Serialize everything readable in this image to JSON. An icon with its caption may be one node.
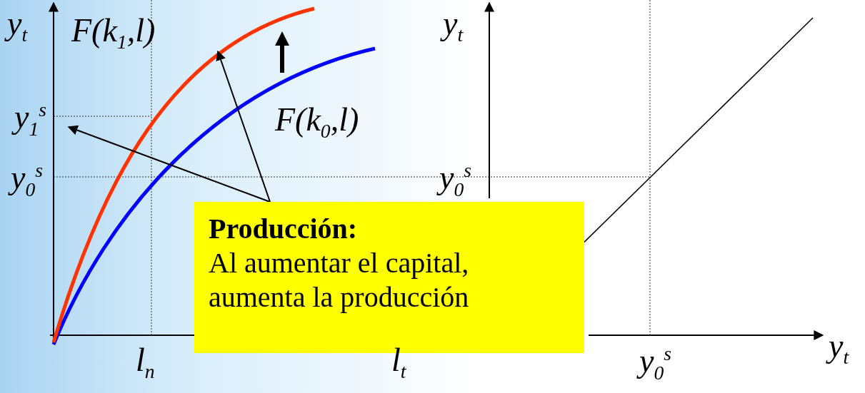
{
  "diagram": {
    "nodes": [
      {
        "text": [
          "Producción:",
          "Al aumentar el capital, aumenta la producción"
        ]
      },
      {
        "text": [
          "y$_{1}$$^{s}$"
        ]
      }
    ],
    "edges": [
      {
        "from": 0,
        "to": 1,
        "arrow": "to"
      },
      {
        "from": 0,
        "to": null,
        "arrow": "to"
      }
    ],
    "labels": [
      "y$_{t}$",
      "F(k$_{1}$,l)",
      "F(k$_{0}$,l)",
      "y$_{0}$$^{s}$",
      "l$_{n}$",
      "l$_{t}$",
      "y$_{t}$",
      "y$_{0}$$^{s}$",
      "y$_{0}$$^{s}$",
      "y$_{t}$"
    ]
  }
}
